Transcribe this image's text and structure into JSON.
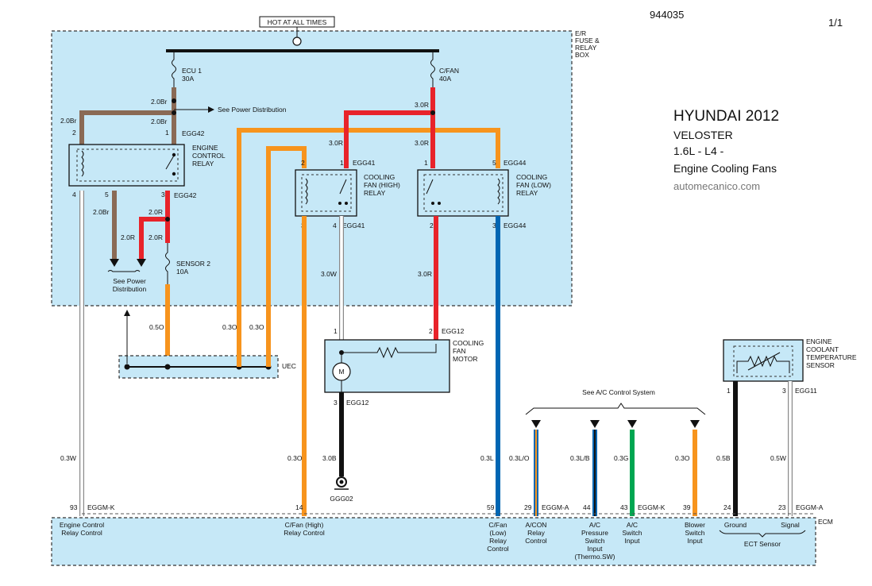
{
  "header": {
    "code": "944035",
    "page": "1/1",
    "hot_label": "HOT AT ALL TIMES"
  },
  "title": {
    "make_year": "HYUNDAI 2012",
    "model": "VELOSTER",
    "engine": "1.6L - L4 -",
    "system": "Engine Cooling Fans",
    "site": "automecanico.com"
  },
  "fusebox": {
    "label_line1": "E/R",
    "label_line2": "FUSE &",
    "label_line3": "RELAY",
    "label_line4": "BOX"
  },
  "fuses": {
    "ecu1_name": "ECU 1",
    "ecu1_rating": "30A",
    "cfan_name": "C/FAN",
    "cfan_rating": "40A",
    "sensor2_name": "SENSOR 2",
    "sensor2_rating": "10A"
  },
  "components": {
    "ecr_line1": "ENGINE",
    "ecr_line2": "CONTROL",
    "ecr_line3": "RELAY",
    "cfh_line1": "COOLING",
    "cfh_line2": "FAN (HIGH)",
    "cfh_line3": "RELAY",
    "cfl_line1": "COOLING",
    "cfl_line2": "FAN (LOW)",
    "cfl_line3": "RELAY",
    "motor_line1": "COOLING",
    "motor_line2": "FAN",
    "motor_line3": "MOTOR",
    "motor_symbol": "M",
    "ect_line1": "ENGINE",
    "ect_line2": "COOLANT",
    "ect_line3": "TEMPERATURE",
    "ect_line4": "SENSOR",
    "uec": "UEC",
    "ecm": "ECM"
  },
  "connectors": {
    "egg42": "EGG42",
    "egg41": "EGG41",
    "egg44": "EGG44",
    "egg12": "EGG12",
    "egg11": "EGG11",
    "ggg02": "GGG02",
    "eggm_k": "EGGM-K",
    "eggm_a": "EGGM-A"
  },
  "notes": {
    "power_dist_1": "See Power Distribution",
    "power_dist_2a": "See Power",
    "power_dist_2b": "Distribution",
    "ac_control": "See A/C Control System"
  },
  "wires": {
    "w20br": "2.0Br",
    "w20r": "2.0R",
    "w30r": "3.0R",
    "w30w": "3.0W",
    "w05o": "0.5O",
    "w03o": "0.3O",
    "w03w": "0.3W",
    "w30b": "3.0B",
    "w03l": "0.3L",
    "w03lo": "0.3L/O",
    "w03lb": "0.3L/B",
    "w03g": "0.3G",
    "w05b": "0.5B",
    "w05w": "0.5W"
  },
  "pins": {
    "p1": "1",
    "p2": "2",
    "p3": "3",
    "p4": "4",
    "p5": "5",
    "p93": "93",
    "p14": "14",
    "p59": "59",
    "p29": "29",
    "p44": "44",
    "p43": "43",
    "p39": "39",
    "p24": "24",
    "p23": "23"
  },
  "ecm_labels": {
    "engine_control_1": "Engine Control",
    "engine_control_2": "Relay Control",
    "cfan_high_1": "C/Fan (High)",
    "cfan_high_2": "Relay Control",
    "cfan_low_1": "C/Fan",
    "cfan_low_2": "(Low)",
    "cfan_low_3": "Relay",
    "cfan_low_4": "Control",
    "acon_1": "A/CON",
    "acon_2": "Relay",
    "acon_3": "Control",
    "acp_1": "A/C",
    "acp_2": "Pressure",
    "acp_3": "Switch",
    "acp_4": "Input",
    "acp_5": "(Thermo.SW)",
    "acs_1": "A/C",
    "acs_2": "Switch",
    "acs_3": "Input",
    "blower_1": "Blower",
    "blower_2": "Switch",
    "blower_3": "Input",
    "ground": "Ground",
    "signal": "Signal",
    "ect_sensor": "ECT Sensor"
  }
}
